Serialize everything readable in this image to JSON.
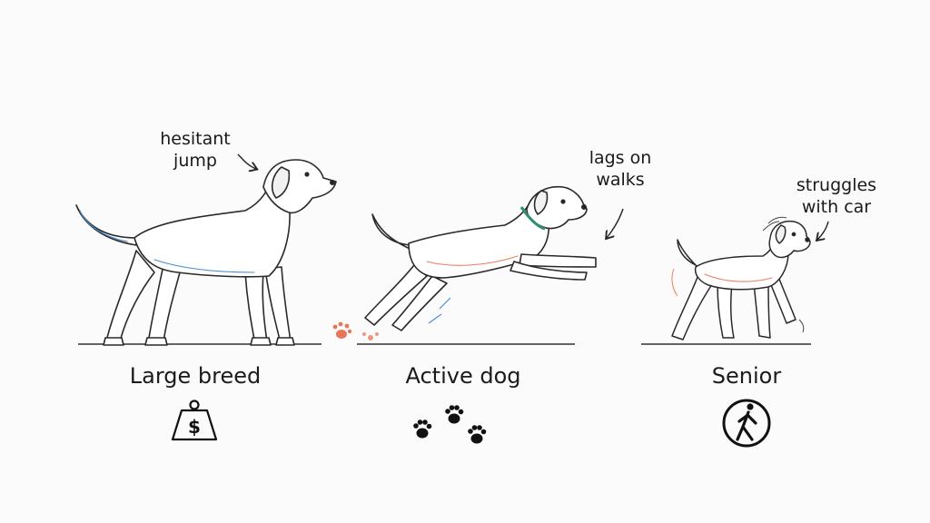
{
  "panels": [
    {
      "annotation_lines": [
        "hesitant",
        "jump"
      ],
      "label": "Large breed",
      "icon": "weight-dollar-icon"
    },
    {
      "annotation_lines": [
        "lags on",
        "walks"
      ],
      "label": "Active dog",
      "icon": "paw-prints-icon"
    },
    {
      "annotation_lines": [
        "struggles",
        "with car"
      ],
      "label": "Senior",
      "icon": "walking-person-circle-icon"
    }
  ],
  "colors": {
    "ink": "#1d1d1d",
    "blue_shade": "#4a8fd0",
    "orange_shade": "#e9805e",
    "paw_orange": "#e8765a",
    "collar_green": "#2f8f6a"
  }
}
